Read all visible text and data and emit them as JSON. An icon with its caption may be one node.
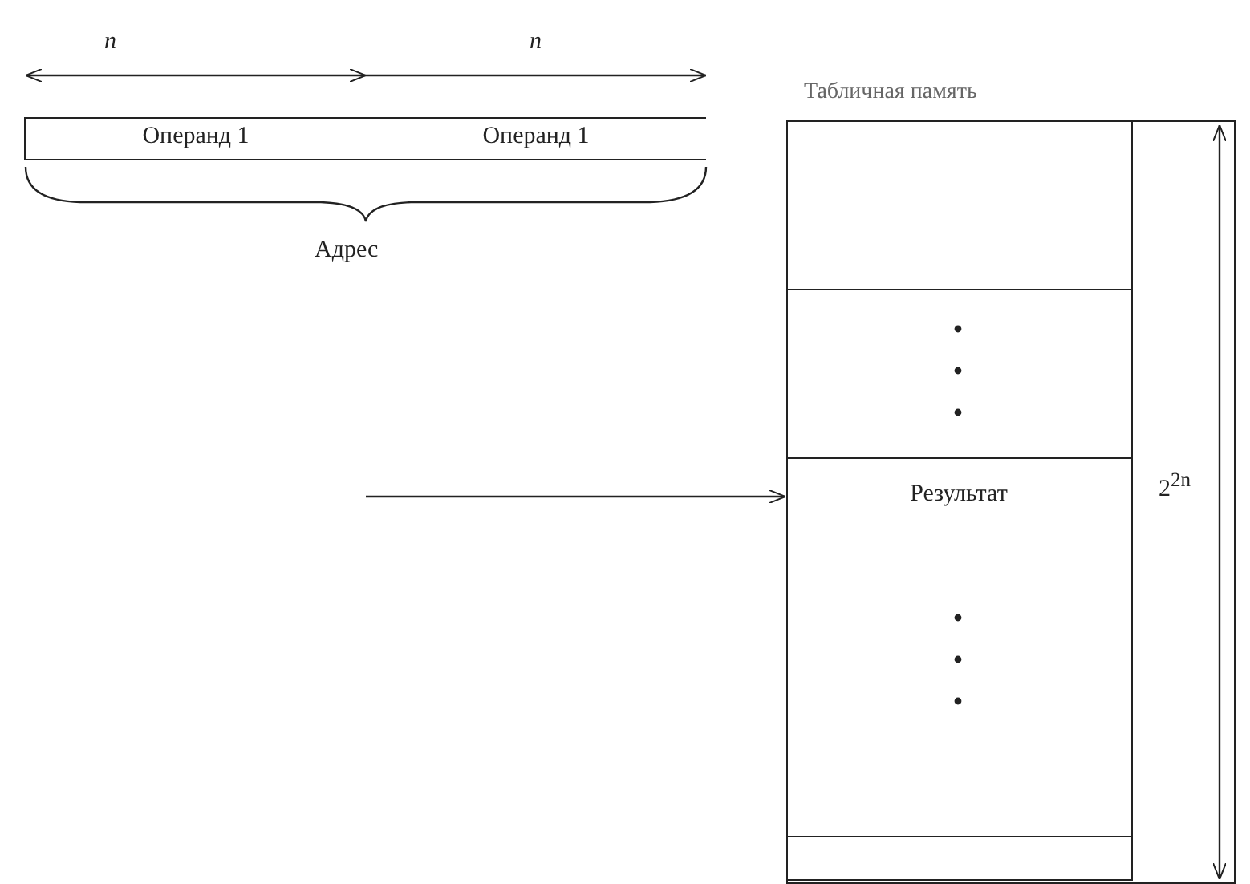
{
  "diagram": {
    "nodes": [
      {
        "text": [
          "Операнд 1"
        ]
      },
      {
        "text": [
          "Операнд 1"
        ]
      },
      {
        "text": [
          "Табличная память"
        ]
      },
      {
        "text": [],
        "shape": "box",
        "in": 2
      },
      {
        "text": [],
        "shape": "box",
        "in": 2
      },
      {
        "text": [
          "Результат"
        ],
        "in": 2
      },
      {
        "text": [],
        "shape": "box",
        "in": 2
      }
    ],
    "edges": [
      {
        "from": null,
        "to": 5,
        "arrow": "to"
      }
    ],
    "labels": [
      "n",
      "n",
      "Адрес",
      "2$^{2n}$"
    ]
  }
}
